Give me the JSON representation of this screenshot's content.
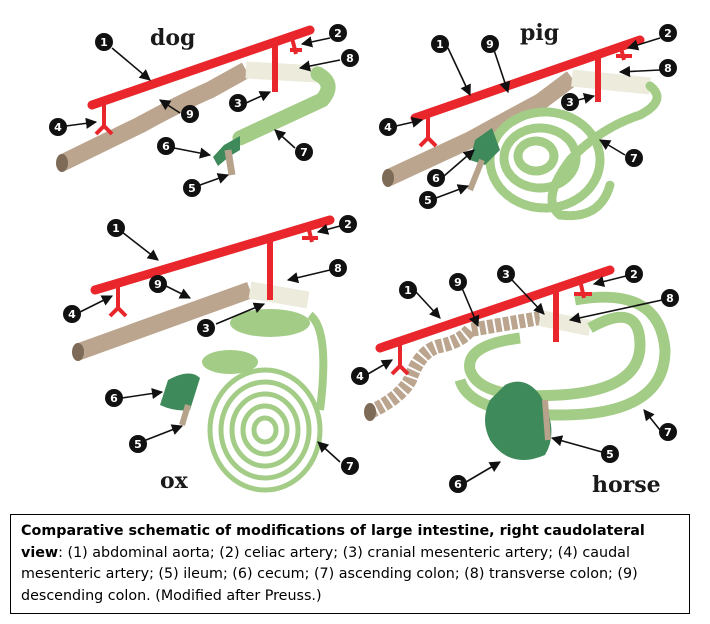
{
  "panels": [
    {
      "id": "dog",
      "label": "dog"
    },
    {
      "id": "pig",
      "label": "pig"
    },
    {
      "id": "ox",
      "label": "ox"
    },
    {
      "id": "horse",
      "label": "horse"
    }
  ],
  "callout_numbers": [
    "1",
    "2",
    "3",
    "4",
    "5",
    "6",
    "7",
    "8",
    "9"
  ],
  "colors": {
    "artery": "#e8262b",
    "descending_colon": "#bca58e",
    "transverse_colon": "#ecebdc",
    "ascending_colon": "#a3cc86",
    "cecum": "#3f8a5a",
    "ileum": "#b7a38b",
    "callout": "#111111"
  },
  "caption": {
    "heading": "Comparative schematic of modifications of large intestine, right caudolateral view",
    "body": ": (1) abdominal aorta; (2) celiac artery; (3) cranial mesenteric artery; (4) caudal mesenteric artery; (5) ileum; (6) cecum; (7) ascending colon; (8) transverse colon; (9) descending colon. (Modified after Preuss.)"
  }
}
